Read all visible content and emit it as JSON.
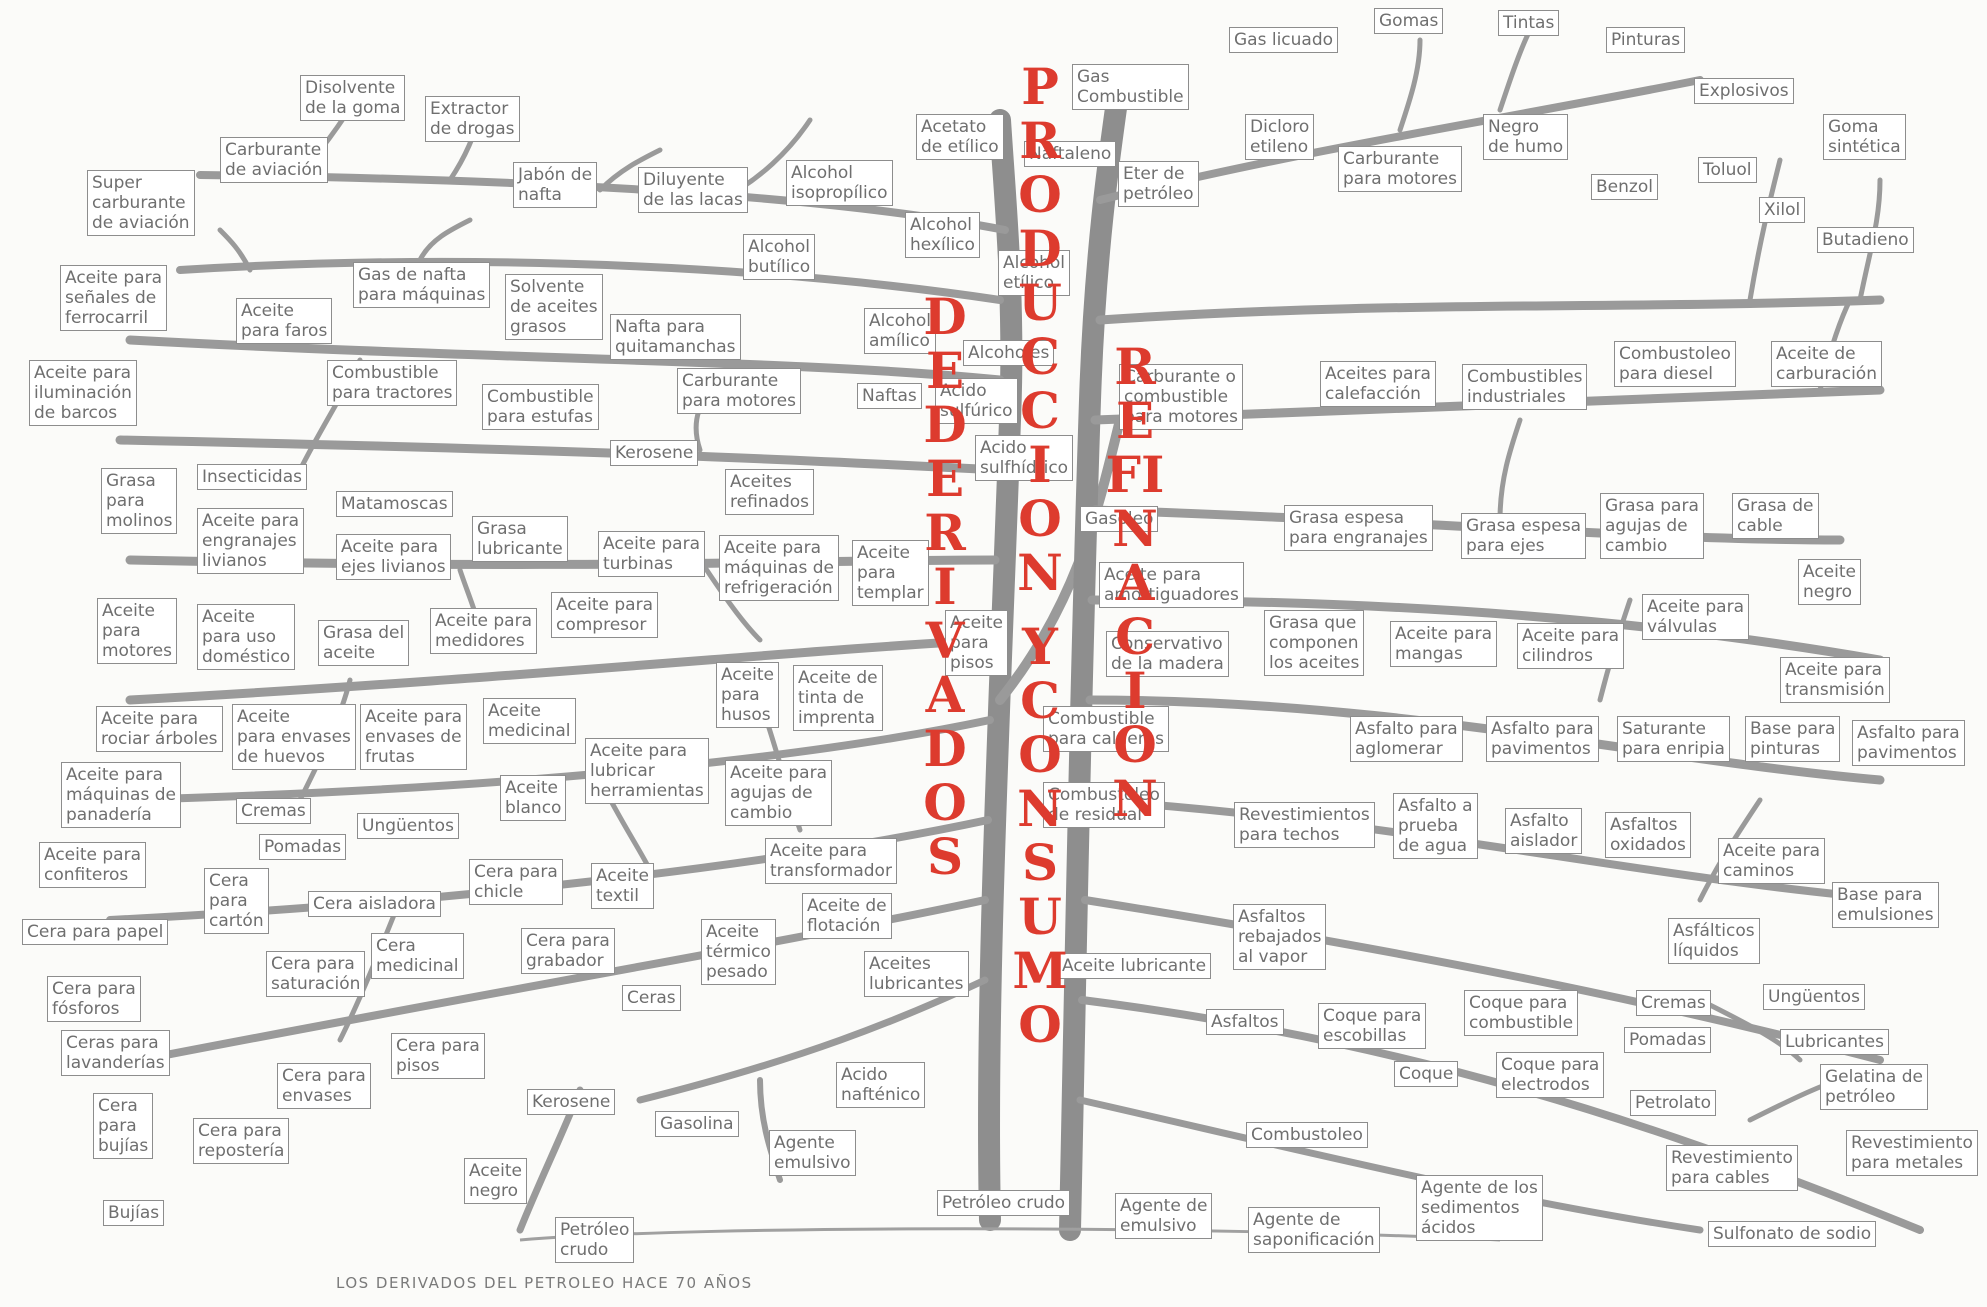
{
  "titles": {
    "col1": "PRODUCCION",
    "col2": "Y CONSUMO",
    "col3": "DE DERIVADOS",
    "col4": "REFINACION"
  },
  "caption": "LOS DERIVADOS DEL PETROLEO HACE 70 AÑOS",
  "left_tree": [
    "Disolvente\nde la goma",
    "Extractor\nde drogas",
    "Carburante\nde aviación",
    "Super\ncarburante\nde aviación",
    "Jabón de\nnafta",
    "Diluyente\nde las lacas",
    "Alcohol\nisopropílico",
    "Acetato\nde etílico",
    "Alcohol\nhexílico",
    "Alcohol\nbutílico",
    "Alcohol\netílico",
    "Alcohol\namílico",
    "Alcoholes",
    "Aceite para\nseñales de\nferrocarril",
    "Gas de nafta\npara máquinas",
    "Solvente\nde aceites\ngrasos",
    "Aceite\npara faros",
    "Nafta para\nquitamanchas",
    "Aceite para\niluminación\nde barcos",
    "Combustible\npara tractores",
    "Combustible\npara estufas",
    "Carburante\npara motores",
    "Naftas",
    "Kerosene",
    "Grasa\npara\nmolinos",
    "Insecticidas",
    "Matamoscas",
    "Aceites\nrefinados",
    "Aceite para\nengranajes\nlivianos",
    "Aceite para\nejes livianos",
    "Grasa\nlubricante",
    "Aceite para\nturbinas",
    "Aceite para\nmáquinas de\nrefrigeración",
    "Aceite\npara\ntemplar",
    "Aceite\npara\nmotores",
    "Aceite\npara uso\ndoméstico",
    "Grasa del\naceite",
    "Aceite para\nmedidores",
    "Aceite para\ncompresor",
    "Aceite\npara\npisos",
    "Aceite\npara\nhusos",
    "Aceite de\ntinta de\nimprenta",
    "Aceite para\nrociar árboles",
    "Aceite\npara envases\nde huevos",
    "Aceite para\nenvases de\nfrutas",
    "Aceite\nmedicinal",
    "Aceite para\nmáquinas de\npanadería",
    "Cremas",
    "Ungüentos",
    "Aceite\nblanco",
    "Aceite para\nlubricar\nherramientas",
    "Aceite para\nagujas de\ncambio",
    "Aceite para\nconfiteros",
    "Pomadas",
    "Aceite para\ntransformador",
    "Cera\npara\ncartón",
    "Cera aisladora",
    "Cera para\nchicle",
    "Aceite\ntextil",
    "Aceite de\nflotación",
    "Cera para papel",
    "Cera para\nsaturación",
    "Cera\nmedicinal",
    "Cera para\ngrabador",
    "Aceite\ntérmico\npesado",
    "Aceites\nlubricantes",
    "Cera para\nfósforos",
    "Ceras",
    "Ceras para\nlavanderías",
    "Cera para\nenvases",
    "Cera para\npisos",
    "Acido\nnafténico",
    "Cera\npara\nbujías",
    "Cera para\nrepostería",
    "Kerosene",
    "Gasolina",
    "Agente\nemulsivo",
    "Aceite\nnegro",
    "Petróleo\ncrudo",
    "Bujías"
  ],
  "right_tree": [
    "Gomas",
    "Tintas",
    "Gas licuado",
    "Pinturas",
    "Gas\nCombustible",
    "Explosivos",
    "Dicloro\netileno",
    "Negro\nde humo",
    "Goma\nsintética",
    "Naftaleno",
    "Eter de\npetróleo",
    "Carburante\npara motores",
    "Toluol",
    "Benzol",
    "Xilol",
    "Butadieno",
    "Acido\nsulfúrico",
    "Acido\nsulfhídrico",
    "Combustoleo\npara diesel",
    "Aceite de\ncarburación",
    "Carburante o\ncombustible\npara motores",
    "Aceites para\ncalefacción",
    "Combustibles\nindustriales",
    "Gasoleo",
    "Grasa para\nagujas de\ncambio",
    "Grasa de\ncable",
    "Grasa espesa\npara engranajes",
    "Grasa espesa\npara ejes",
    "Aceite\nnegro",
    "Aceite para\namortiguadores",
    "Aceite para\nválvulas",
    "Conservativo\nde la madera",
    "Grasa que\ncomponen\nlos aceites",
    "Aceite para\nmangas",
    "Aceite para\ncilindros",
    "Aceite para\ntransmisión",
    "Combustible\npara calderas",
    "Asfalto para\naglomerar",
    "Asfalto para\npavimentos",
    "Saturante\npara enripia",
    "Base para\npinturas",
    "Asfalto para\npavimentos",
    "Combustoleo\nde residual",
    "Revestimientos\npara techos",
    "Asfalto a\nprueba\nde agua",
    "Asfalto\naislador",
    "Asfaltos\noxidados",
    "Aceite para\ncaminos",
    "Base para\nemulsiones",
    "Asfaltos\nrebajados\nal vapor",
    "Asfálticos\nlíquidos",
    "Aceite lubricante",
    "Asfaltos",
    "Coque para\nescobillas",
    "Coque para\ncombustible",
    "Cremas",
    "Ungüentos",
    "Pomadas",
    "Lubricantes",
    "Coque",
    "Coque para\nelectrodos",
    "Gelatina de\npetróleo",
    "Petrolato",
    "Combustoleo",
    "Revestimiento\npara metales",
    "Revestimiento\npara cables",
    "Petróleo crudo",
    "Agente de\nemulsivo",
    "Agente de\nsaponificación",
    "Agente de los\nsedimentos\nácidos",
    "Sulfonato de sodio"
  ]
}
